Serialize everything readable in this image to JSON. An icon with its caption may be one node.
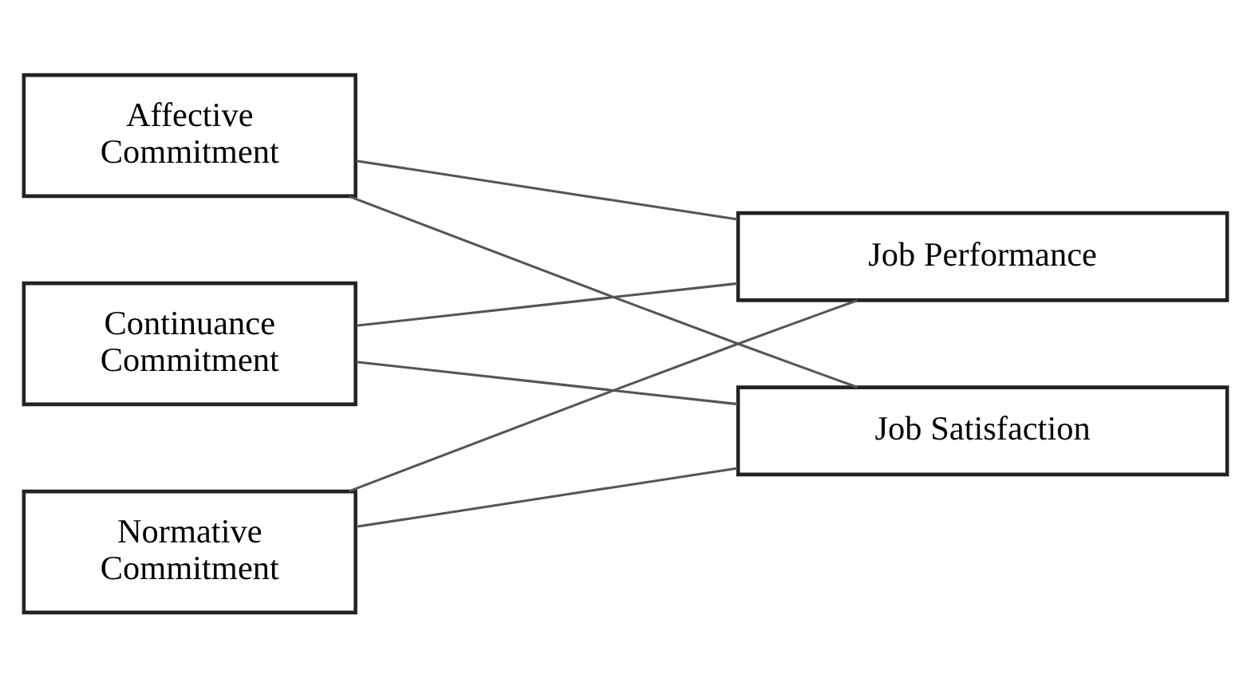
{
  "diagram": {
    "nodes": [
      {
        "text": [
          "Affective Commitment"
        ]
      },
      {
        "text": [
          "Continuance Commitment"
        ]
      },
      {
        "text": [
          "Normative Commitment"
        ]
      },
      {
        "text": [
          "Job Performance"
        ]
      },
      {
        "text": [
          "Job Satisfaction"
        ]
      }
    ],
    "edges": [
      {
        "from": 0,
        "to": 3,
        "arrow": "none"
      },
      {
        "from": 0,
        "to": 4,
        "arrow": "none"
      },
      {
        "from": 1,
        "to": 3,
        "arrow": "none"
      },
      {
        "from": 1,
        "to": 4,
        "arrow": "none"
      },
      {
        "from": 2,
        "to": 3,
        "arrow": "none"
      },
      {
        "from": 2,
        "to": 4,
        "arrow": "none"
      }
    ]
  }
}
